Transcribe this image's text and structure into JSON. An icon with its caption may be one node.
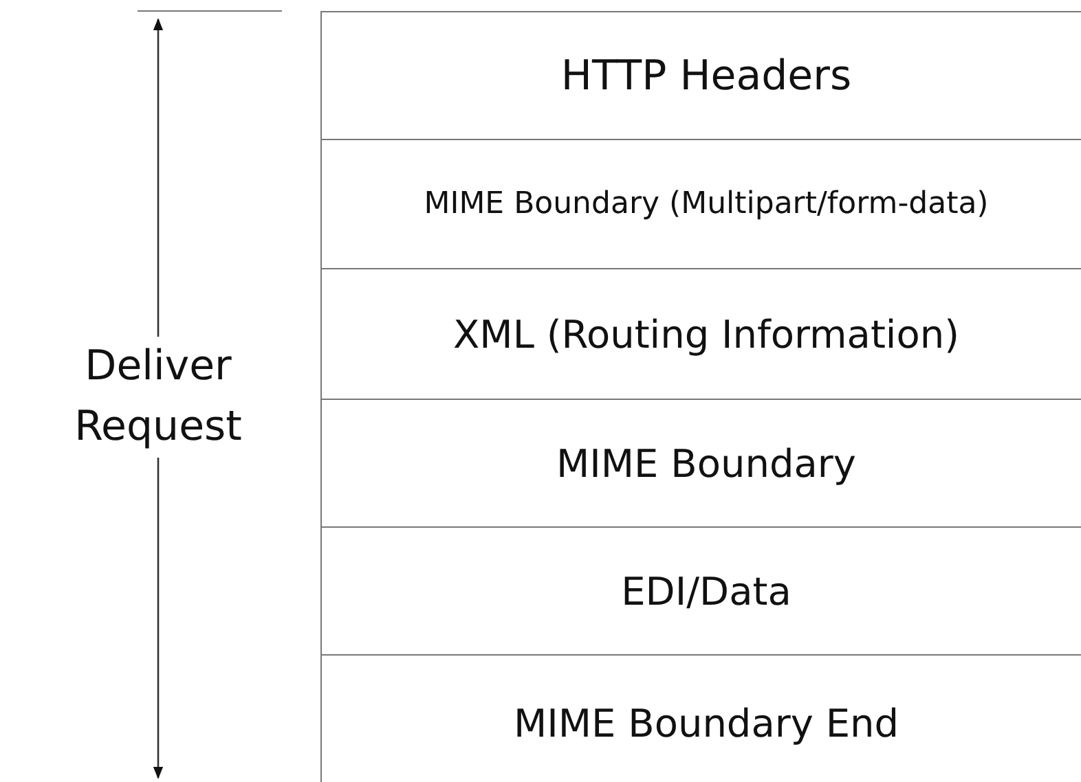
{
  "diagram": {
    "nodes": [
      {
        "text": [
          "HTTP Headers"
        ]
      },
      {
        "text": [
          "MIME Boundary (Multipart/form-data)"
        ]
      },
      {
        "text": [
          "XML (Routing Information)"
        ]
      },
      {
        "text": [
          "MIME Boundary"
        ]
      },
      {
        "text": [
          "EDI/Data"
        ]
      },
      {
        "text": [
          "MIME Boundary End"
        ]
      }
    ],
    "labels": [
      "Deliver Request"
    ]
  }
}
